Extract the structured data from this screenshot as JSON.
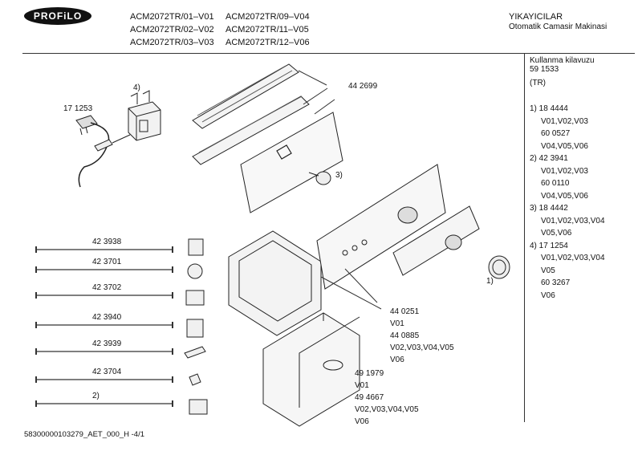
{
  "header": {
    "brand": "PROFiLO",
    "models_left": [
      "ACM2072TR/01–V01",
      "ACM2072TR/02–V02",
      "ACM2072TR/03–V03"
    ],
    "models_right": [
      "ACM2072TR/09–V04",
      "ACM2072TR/11–V05",
      "ACM2072TR/12–V06"
    ],
    "category": "YIKAYICILAR",
    "subcategory": "Otomatik Camasir Makinasi"
  },
  "side": {
    "title": "Kullanma kilavuzu",
    "number": "59 1533",
    "lang": "(TR)",
    "entries": [
      {
        "text": "1) 18 4444",
        "indent": false
      },
      {
        "text": "V01,V02,V03",
        "indent": true
      },
      {
        "text": "60 0527",
        "indent": true
      },
      {
        "text": "V04,V05,V06",
        "indent": true
      },
      {
        "text": "2) 42 3941",
        "indent": false
      },
      {
        "text": "V01,V02,V03",
        "indent": true
      },
      {
        "text": "60 0110",
        "indent": true
      },
      {
        "text": "V04,V05,V06",
        "indent": true
      },
      {
        "text": "3) 18 4442",
        "indent": false
      },
      {
        "text": "V01,V02,V03,V04",
        "indent": true
      },
      {
        "text": "V05,V06",
        "indent": true
      },
      {
        "text": "4) 17 1254",
        "indent": false
      },
      {
        "text": "V01,V02,V03,V04",
        "indent": true
      },
      {
        "text": "V05",
        "indent": true
      },
      {
        "text": "60 3267",
        "indent": true
      },
      {
        "text": "V06",
        "indent": true
      }
    ]
  },
  "labels": {
    "cable": "17 1253",
    "filter_callout": "4)",
    "boards": "44 2699",
    "knob_callout": "3)",
    "ring_callout": "1)",
    "harness_1": "42 3938",
    "harness_2": "42 3701",
    "harness_3": "42 3702",
    "harness_4": "42 3940",
    "harness_5": "42 3939",
    "harness_6": "42 3704",
    "harness_7": "2)",
    "panel_block": [
      "44 0251",
      "V01",
      "44 0885",
      "V02,V03,V04,V05",
      "V06"
    ],
    "drawer_block": [
      "49 1979",
      "V01",
      "49 4667",
      "V02,V03,V04,V05",
      "V06"
    ]
  },
  "footer": "58300000103279_AET_000_H -4/1"
}
